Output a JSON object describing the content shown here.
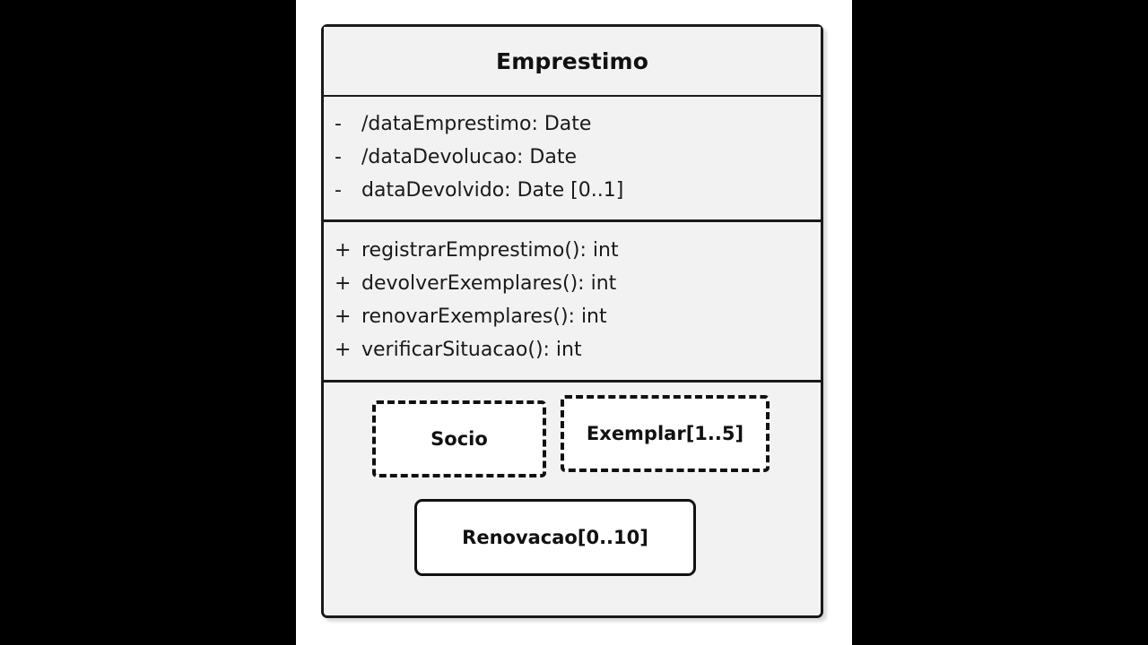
{
  "diagram": {
    "type": "uml-class-diagram",
    "background_color": "#ffffff",
    "letterbox_color": "#000000"
  },
  "uml_class": {
    "name": "Emprestimo",
    "fill_color": "#f2f2f2",
    "border_color": "#1a1a1a",
    "attributes": [
      {
        "visibility": "-",
        "signature": "/dataEmprestimo: Date"
      },
      {
        "visibility": "-",
        "signature": "/dataDevolucao: Date"
      },
      {
        "visibility": "-",
        "signature": "dataDevolvido: Date [0..1]"
      }
    ],
    "operations": [
      {
        "visibility": "+",
        "signature": "registrarEmprestimo(): int"
      },
      {
        "visibility": "+",
        "signature": "devolverExemplares(): int"
      },
      {
        "visibility": "+",
        "signature": "renovarExemplares(): int"
      },
      {
        "visibility": "+",
        "signature": "verificarSituacao(): int"
      }
    ],
    "parts": [
      {
        "label": "Socio",
        "border_style": "dashed"
      },
      {
        "label": "Exemplar[1..5]",
        "border_style": "dashed"
      },
      {
        "label": "Renovacao[0..10]",
        "border_style": "solid"
      }
    ]
  }
}
